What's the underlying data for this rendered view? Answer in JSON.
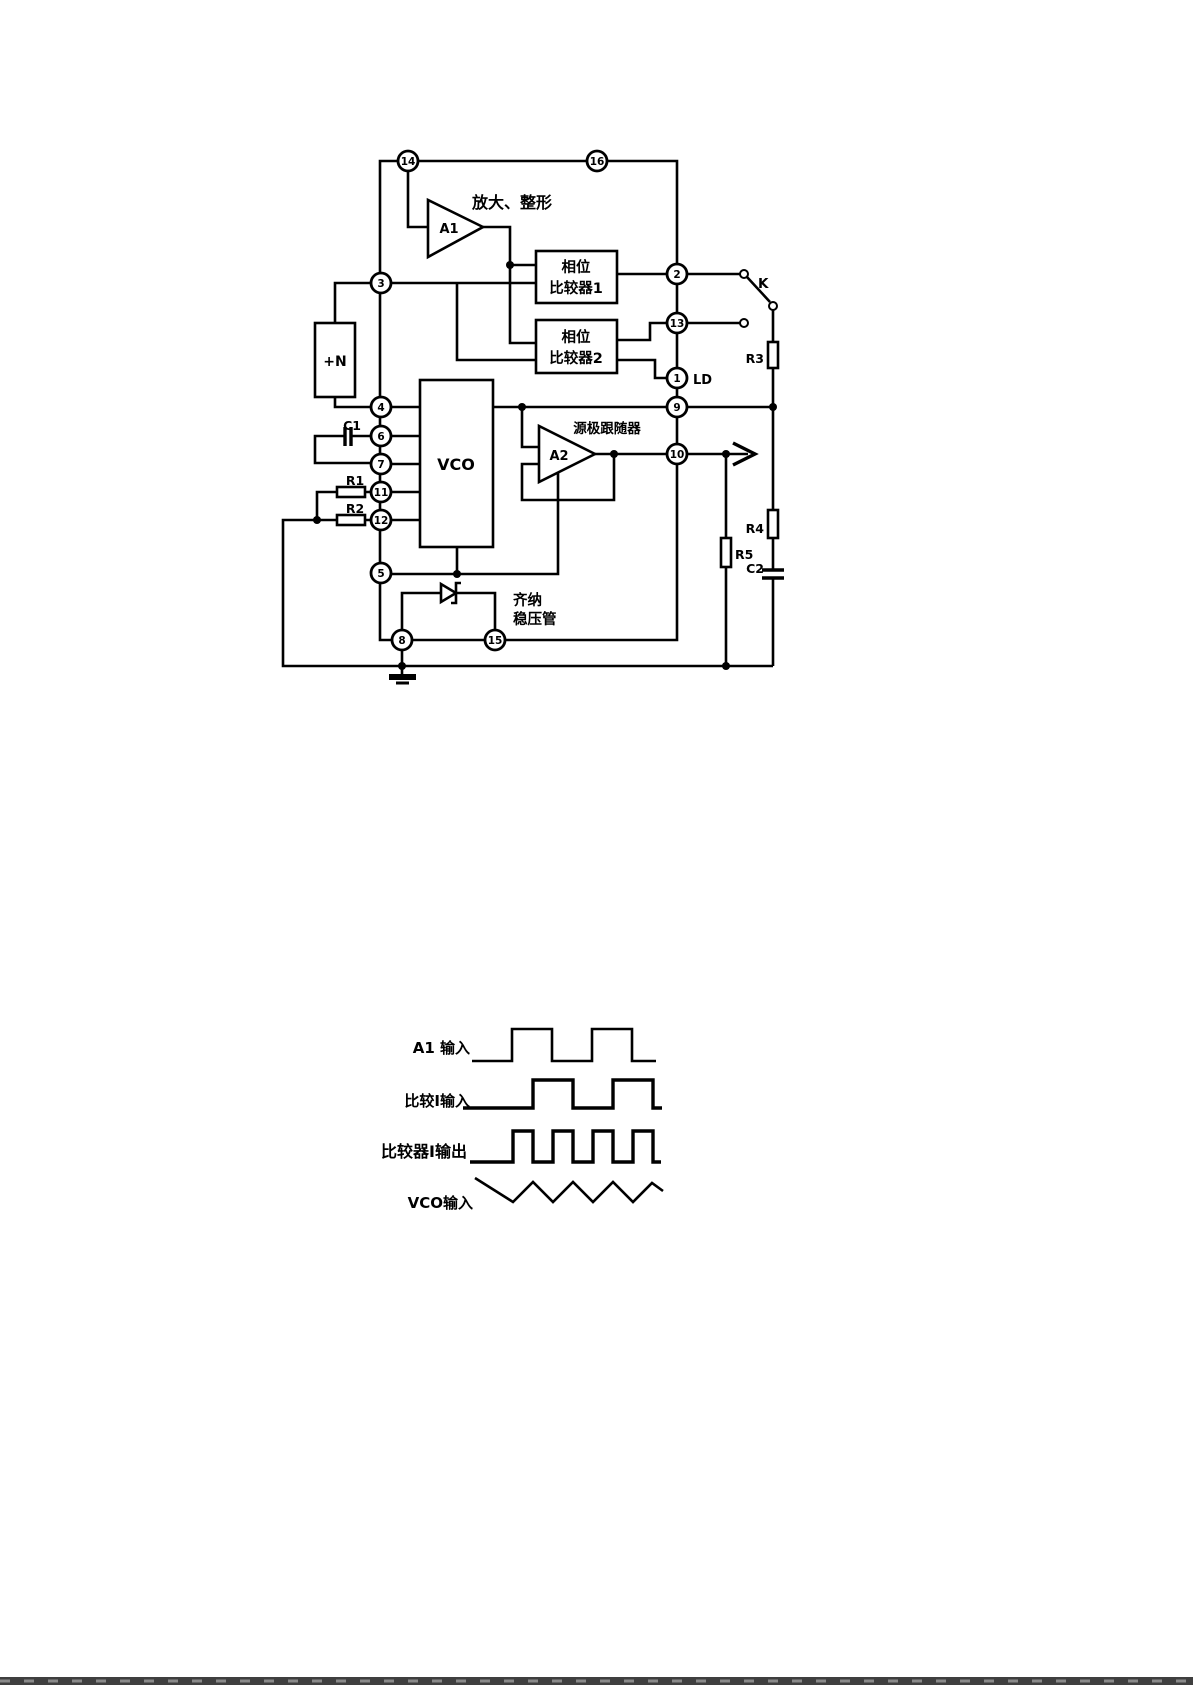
{
  "page": {
    "background": "#ffffff",
    "line_color": "#000000"
  },
  "circuit": {
    "pins": {
      "p1": "1",
      "p2": "2",
      "p3": "3",
      "p4": "4",
      "p5": "5",
      "p6": "6",
      "p7": "7",
      "p8": "8",
      "p9": "9",
      "p10": "10",
      "p11": "11",
      "p12": "12",
      "p13": "13",
      "p14": "14",
      "p15": "15",
      "p16": "16"
    },
    "blocks": {
      "amp1_name": "A1",
      "amp1_caption": "放大、整形",
      "comp1_line1": "相位",
      "comp1_line2": "比较器1",
      "comp2_line1": "相位",
      "comp2_line2": "比较器2",
      "vco": "VCO",
      "supply": "+N",
      "amp2_name": "A2",
      "follower_caption": "源极跟随器",
      "zener_line1": "齐纳",
      "zener_line2": "稳压管"
    },
    "labels": {
      "k": "K",
      "ld": "LD",
      "r1": "R1",
      "r2": "R2",
      "r3": "R3",
      "r4": "R4",
      "r5": "R5",
      "c1": "C1",
      "c2": "C2"
    }
  },
  "waveforms": {
    "rows": [
      {
        "label": "A1 输入",
        "type": "square-wave"
      },
      {
        "label": "比较I输入",
        "type": "square-wave"
      },
      {
        "label": "比较器I输出",
        "type": "square-wave"
      },
      {
        "label": "VCO输入",
        "type": "triangle-wave"
      }
    ]
  }
}
